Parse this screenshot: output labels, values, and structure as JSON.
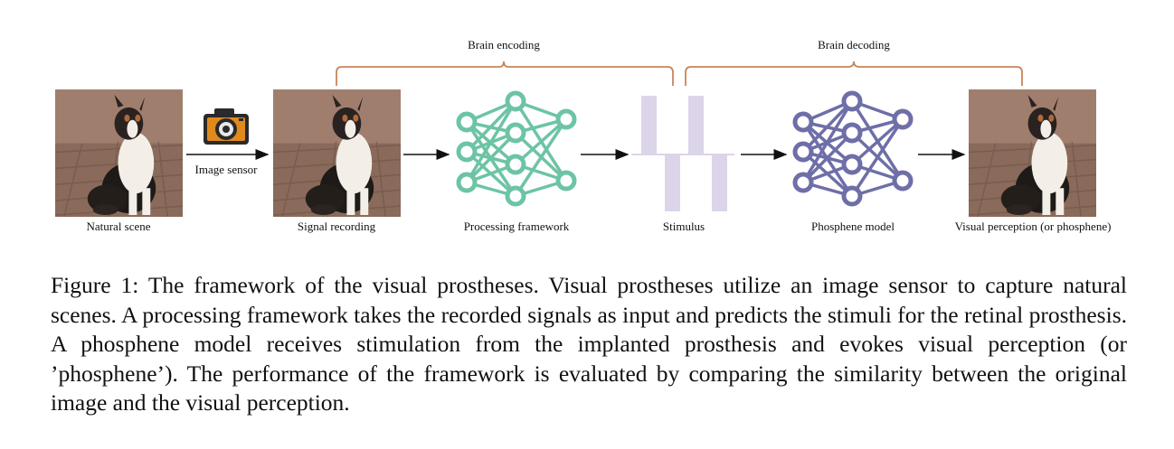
{
  "figure": {
    "brackets": {
      "encoding": "Brain encoding",
      "decoding": "Brain decoding"
    },
    "labels": {
      "natural_scene": "Natural scene",
      "image_sensor": "Image sensor",
      "signal_recording": "Signal recording",
      "processing_framework": "Processing framework",
      "stimulus": "Stimulus",
      "phosphene_model": "Phosphene model",
      "visual_perception": "Visual perception (or phosphene)"
    },
    "colors": {
      "bracket": "#c8855a",
      "processing_net": "#6cc4a4",
      "phosphene_net": "#6e6ea8",
      "stimulus": "#dcd4e8",
      "camera_body": "#e08a1e",
      "camera_dark": "#2a2a2a",
      "arrow": "#111111"
    },
    "icons": [
      "dog-photo",
      "camera-icon",
      "neural-network-icon",
      "stimulus-bars-icon"
    ]
  },
  "caption": {
    "lead": "Figure 1:",
    "text": "The framework of the visual prostheses. Visual prostheses utilize an image sensor to capture natural scenes. A processing framework takes the recorded signals as input and predicts the stimuli for the retinal prosthesis. A phosphene model receives stimulation from the implanted prosthesis and evokes visual perception (or ’phosphene’). The performance of the framework is evaluated by comparing the similarity between the original image and the visual perception."
  }
}
